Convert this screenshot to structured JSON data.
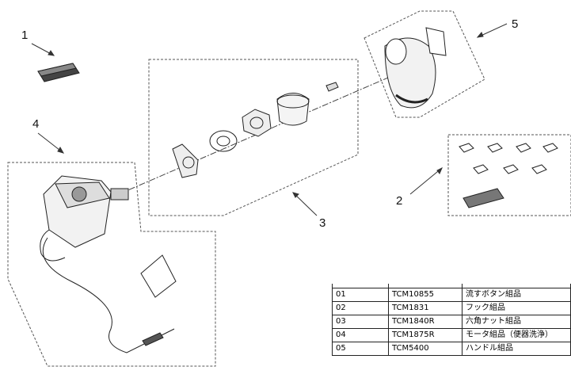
{
  "callouts": [
    "1",
    "2",
    "3",
    "4",
    "5"
  ],
  "parts_table": {
    "rows": [
      {
        "no": "01",
        "code": "TCM10855",
        "name": "流すボタン組品"
      },
      {
        "no": "02",
        "code": "TCM1831",
        "name": "フック組品"
      },
      {
        "no": "03",
        "code": "TCM1840R",
        "name": "六角ナット組品"
      },
      {
        "no": "04",
        "code": "TCM1875R",
        "name": "モータ組品（便器洗浄）"
      },
      {
        "no": "05",
        "code": "TCM5400",
        "name": "ハンドル組品"
      }
    ]
  }
}
